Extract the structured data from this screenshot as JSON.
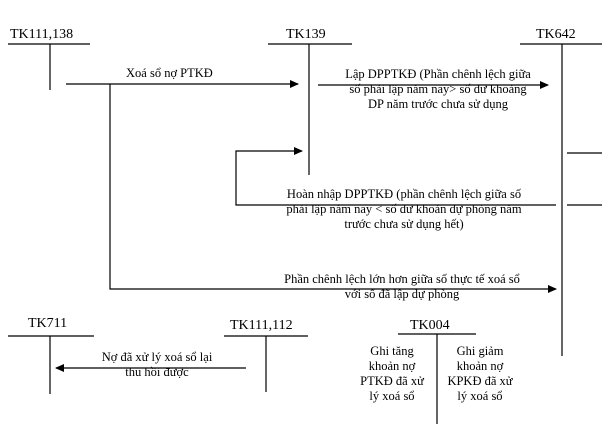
{
  "accounts": {
    "tk111_138": "TK111,138",
    "tk139": "TK139",
    "tk642": "TK642",
    "tk711": "TK711",
    "tk111_112": "TK111,112",
    "tk004": "TK004"
  },
  "flows": {
    "write_off": "Xoá sổ nợ PTKĐ",
    "provision_line1": "Lập DPPTKĐ (Phần chênh lệch giữa",
    "provision_line2": "số phải lập năm nay> số dư khoảng",
    "provision_line3": "DP năm trước chưa sử dụng",
    "reversal_line1": "Hoàn nhập DPPTKĐ (phần chênh lệch giữa số",
    "reversal_line2": "phải lập năm nay < số dư khoản dự phòng năm",
    "reversal_line3": "trước chưa sử dụng hết)",
    "excess_line1": "Phần chênh lệch lớn hơn giữa số thực tế xoá sổ",
    "excess_line2": "với số đã lập dự phòng",
    "recovered_line1": "Nợ đã xử lý xoá sổ lại",
    "recovered_line2": "thu hồi được"
  },
  "tk004_columns": {
    "debit": [
      "Ghi tăng",
      "khoản nợ",
      "PTKĐ đã xử",
      "lý xoá sổ"
    ],
    "credit": [
      "Ghi giảm",
      "khoản nợ",
      "KPKĐ đã xử",
      "lý xoá sổ"
    ]
  }
}
